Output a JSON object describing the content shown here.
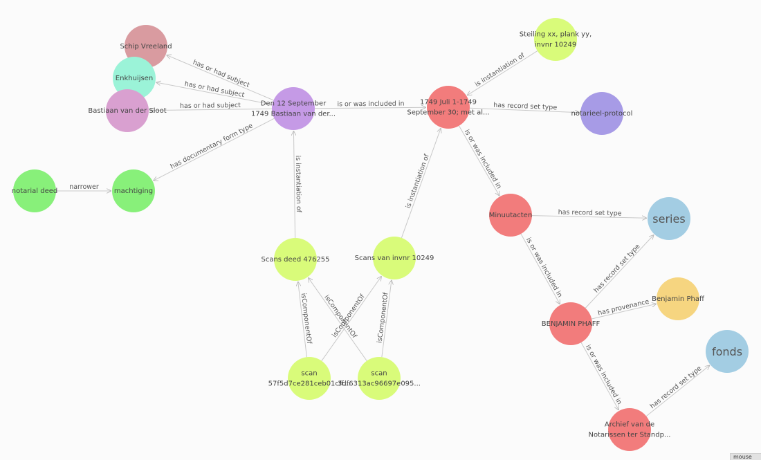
{
  "graph": {
    "nodes": [
      {
        "id": "schip",
        "lines": [
          "Schip Vreeland"
        ],
        "color": "#d99ba0"
      },
      {
        "id": "enkhuijsen",
        "lines": [
          "Enkhuijsen"
        ],
        "color": "#9bf3d8"
      },
      {
        "id": "bastiaan",
        "lines": [
          "Bastiaan van der Sloot"
        ],
        "color": "#d9a0d0"
      },
      {
        "id": "den12",
        "lines": [
          "Den 12 September",
          "1749 Bastiaan van der..."
        ],
        "color": "#c59ae6"
      },
      {
        "id": "notarial",
        "lines": [
          "notarial deed"
        ],
        "color": "#88f07a"
      },
      {
        "id": "machtiging",
        "lines": [
          "machtiging"
        ],
        "color": "#88f07a"
      },
      {
        "id": "steiling",
        "lines": [
          "Steiling xx, plank yy,",
          "invnr 10249"
        ],
        "color": "#d9fb7a"
      },
      {
        "id": "juli1749",
        "lines": [
          "1749 Juli 1-1749",
          "September 30; met al..."
        ],
        "color": "#f27c7c"
      },
      {
        "id": "notarieel",
        "lines": [
          "notarieel-protocol"
        ],
        "color": "#a79be6"
      },
      {
        "id": "minuut",
        "lines": [
          "Minuutacten"
        ],
        "color": "#f27c7c"
      },
      {
        "id": "series",
        "lines": [
          "series"
        ],
        "color": "#a3cde3",
        "big": true
      },
      {
        "id": "scansdeed",
        "lines": [
          "Scans deed 476255"
        ],
        "color": "#d9fb7a"
      },
      {
        "id": "scansinv",
        "lines": [
          "Scans van invnr 10249"
        ],
        "color": "#d9fb7a"
      },
      {
        "id": "phaffprov",
        "lines": [
          "Benjamin Phaff"
        ],
        "color": "#f6d580"
      },
      {
        "id": "phaff",
        "lines": [
          "BENJAMIN PHAFF"
        ],
        "color": "#f27c7c"
      },
      {
        "id": "scan1",
        "lines": [
          "scan",
          "57f5d7ce281ceb01cff..."
        ],
        "color": "#d9fb7a"
      },
      {
        "id": "scan2",
        "lines": [
          "scan",
          "3df6313ac96697e095..."
        ],
        "color": "#d9fb7a"
      },
      {
        "id": "fonds",
        "lines": [
          "fonds"
        ],
        "color": "#a3cde3",
        "big": true
      },
      {
        "id": "archief",
        "lines": [
          "Archief van de",
          "Notarissen ter Standp..."
        ],
        "color": "#f27c7c"
      }
    ],
    "edges": [
      {
        "from": "den12",
        "to": "schip",
        "label": "has or had subject"
      },
      {
        "from": "den12",
        "to": "enkhuijsen",
        "label": "has or had subject"
      },
      {
        "from": "den12",
        "to": "bastiaan",
        "label": "has or had subject"
      },
      {
        "from": "den12",
        "to": "machtiging",
        "label": "has documentary form type"
      },
      {
        "from": "notarial",
        "to": "machtiging",
        "label": "narrower"
      },
      {
        "from": "den12",
        "to": "juli1749",
        "label": "is or was included in"
      },
      {
        "from": "steiling",
        "to": "juli1749",
        "label": "is instantiation of"
      },
      {
        "from": "juli1749",
        "to": "notarieel",
        "label": "has record set type"
      },
      {
        "from": "juli1749",
        "to": "minuut",
        "label": "is or was included in"
      },
      {
        "from": "minuut",
        "to": "series",
        "label": "has record set type"
      },
      {
        "from": "minuut",
        "to": "phaff",
        "label": "is or was included in"
      },
      {
        "from": "phaff",
        "to": "series",
        "label": "has record set type"
      },
      {
        "from": "phaff",
        "to": "phaffprov",
        "label": "has provenance"
      },
      {
        "from": "phaff",
        "to": "archief",
        "label": "is or was included in"
      },
      {
        "from": "archief",
        "to": "fonds",
        "label": "has record set type"
      },
      {
        "from": "scansdeed",
        "to": "den12",
        "label": "is instantiation of"
      },
      {
        "from": "scansinv",
        "to": "juli1749",
        "label": "is instantiation of"
      },
      {
        "from": "scan1",
        "to": "scansdeed",
        "label": "isComponentOf"
      },
      {
        "from": "scan1",
        "to": "scansinv",
        "label": "isComponentOf"
      },
      {
        "from": "scan2",
        "to": "scansdeed",
        "label": "isComponentOf"
      },
      {
        "from": "scan2",
        "to": "scansinv",
        "label": "isComponentOf"
      }
    ]
  },
  "corner_tab": "mouse"
}
